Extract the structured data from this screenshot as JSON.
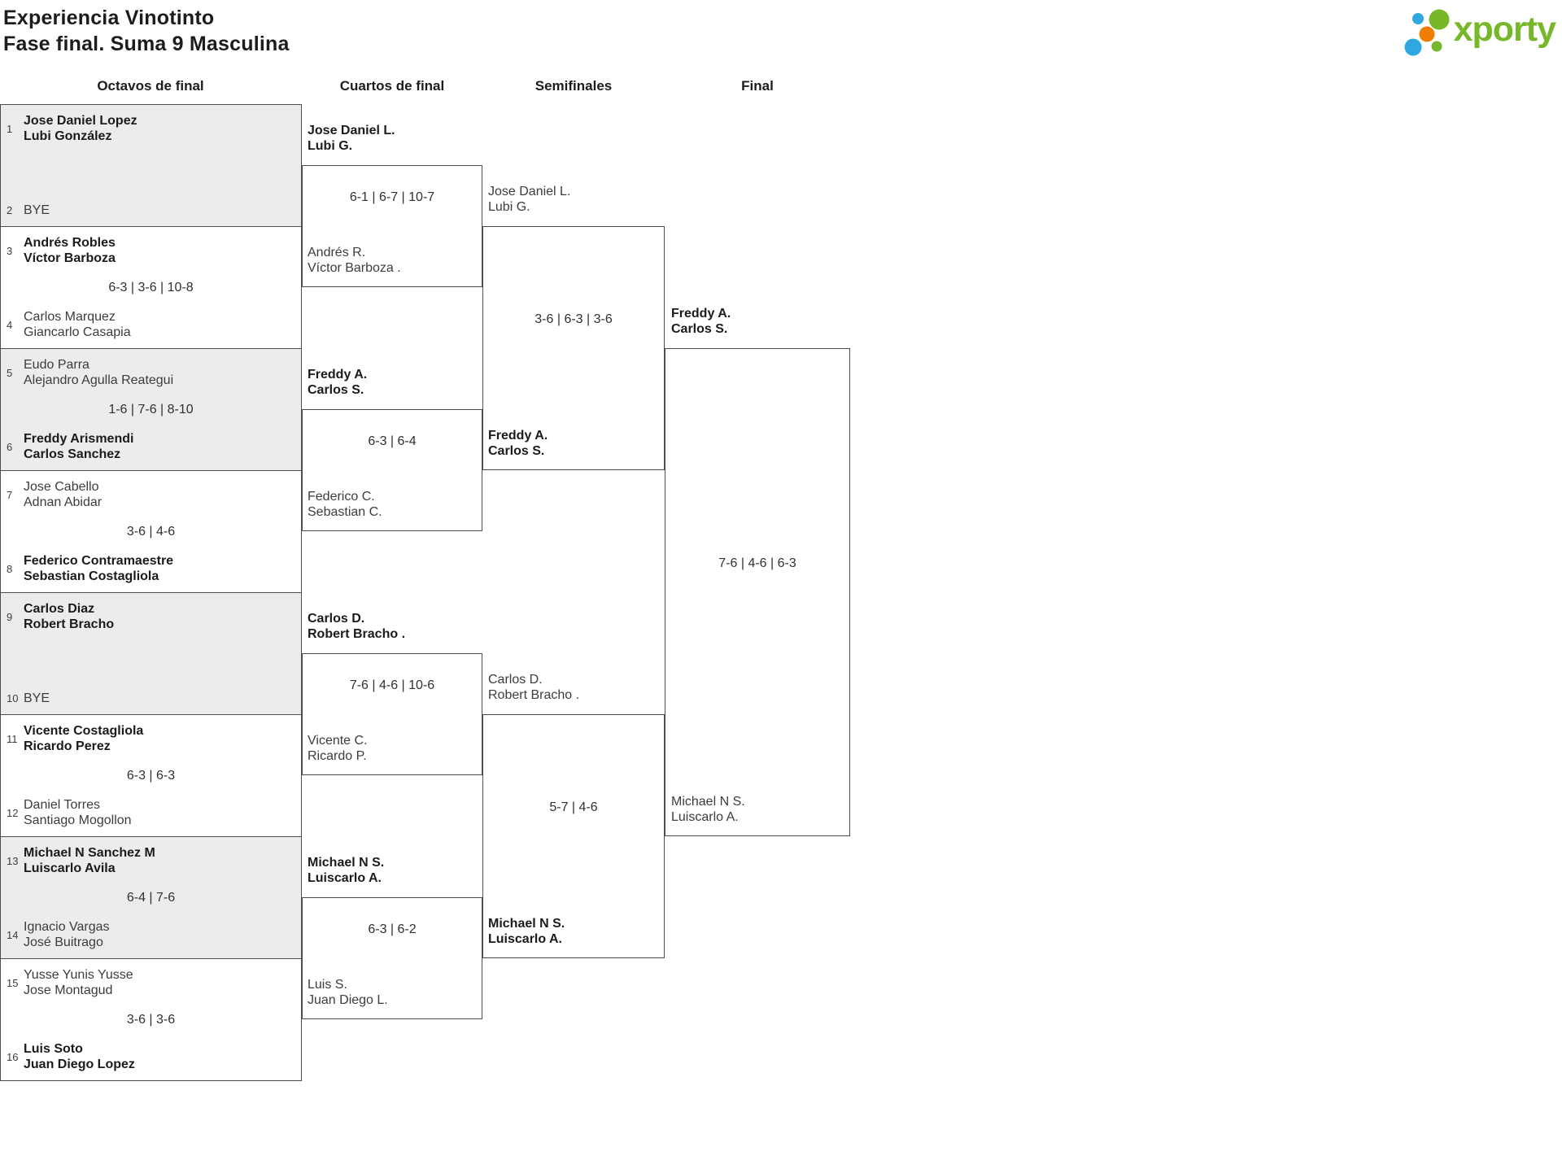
{
  "header": {
    "title": "Experiencia Vinotinto",
    "subtitle": "Fase final. Suma 9 Masculina",
    "logo_text": "xporty",
    "logo_colors": {
      "green": "#76b82a",
      "blue": "#2fa8e1",
      "orange": "#ef7d00"
    }
  },
  "round_headers": [
    "Octavos de final",
    "Cuartos de final",
    "Semifinales",
    "Final"
  ],
  "octavos": [
    {
      "seed_top": "1",
      "top1": "Jose Daniel Lopez",
      "top2": "Lubi González",
      "seed_bot": "2",
      "bot1": "BYE",
      "bot2": "",
      "score": ""
    },
    {
      "seed_top": "3",
      "top1": "Andrés Robles",
      "top2": "Víctor Barboza",
      "seed_bot": "4",
      "bot1": "Carlos Marquez",
      "bot2": "Giancarlo Casapia",
      "score": "6-3 | 3-6 | 10-8"
    },
    {
      "seed_top": "5",
      "top1": "Eudo Parra",
      "top2": "Alejandro Agulla Reategui",
      "seed_bot": "6",
      "bot1": "Freddy Arismendi",
      "bot2": "Carlos Sanchez",
      "score": "1-6 | 7-6 | 8-10"
    },
    {
      "seed_top": "7",
      "top1": "Jose Cabello",
      "top2": "Adnan Abidar",
      "seed_bot": "8",
      "bot1": "Federico Contramaestre",
      "bot2": "Sebastian Costagliola",
      "score": "3-6 | 4-6"
    },
    {
      "seed_top": "9",
      "top1": "Carlos Diaz",
      "top2": "Robert Bracho",
      "seed_bot": "10",
      "bot1": "BYE",
      "bot2": "",
      "score": ""
    },
    {
      "seed_top": "11",
      "top1": "Vicente Costagliola",
      "top2": "Ricardo Perez",
      "seed_bot": "12",
      "bot1": "Daniel Torres",
      "bot2": "Santiago Mogollon",
      "score": "6-3 | 6-3"
    },
    {
      "seed_top": "13",
      "top1": "Michael N Sanchez M",
      "top2": "Luiscarlo Avila",
      "seed_bot": "14",
      "bot1": "Ignacio Vargas",
      "bot2": "José Buitrago",
      "score": "6-4 | 7-6"
    },
    {
      "seed_top": "15",
      "top1": "Yusse Yunis Yusse",
      "top2": "Jose Montagud",
      "seed_bot": "16",
      "bot1": "Luis Soto",
      "bot2": "Juan Diego Lopez",
      "score": "3-6 | 3-6"
    }
  ],
  "cuartos": [
    {
      "top1": "Jose Daniel L.",
      "top2": "Lubi G.",
      "score": "6-1 | 6-7 | 10-7",
      "bot1": "Andrés R.",
      "bot2": "Víctor Barboza ."
    },
    {
      "top1": "Freddy A.",
      "top2": "Carlos S.",
      "score": "6-3 | 6-4",
      "bot1": "Federico C.",
      "bot2": "Sebastian C."
    },
    {
      "top1": "Carlos D.",
      "top2": "Robert Bracho .",
      "score": "7-6 | 4-6 | 10-6",
      "bot1": "Vicente C.",
      "bot2": "Ricardo P."
    },
    {
      "top1": "Michael N S.",
      "top2": "Luiscarlo A.",
      "score": "6-3 | 6-2",
      "bot1": "Luis S.",
      "bot2": "Juan Diego L."
    }
  ],
  "semis": [
    {
      "top1": "Jose Daniel L.",
      "top2": "Lubi G.",
      "score": "3-6 | 6-3 | 3-6",
      "bot1": "Freddy A.",
      "bot2": "Carlos S."
    },
    {
      "top1": "Carlos D.",
      "top2": "Robert Bracho .",
      "score": "5-7 | 4-6",
      "bot1": "Michael N S.",
      "bot2": "Luiscarlo A."
    }
  ],
  "final": {
    "top1": "Freddy A.",
    "top2": "Carlos S.",
    "score": "7-6 | 4-6 | 6-3",
    "bot1": "Michael N S.",
    "bot2": "Luiscarlo A."
  }
}
